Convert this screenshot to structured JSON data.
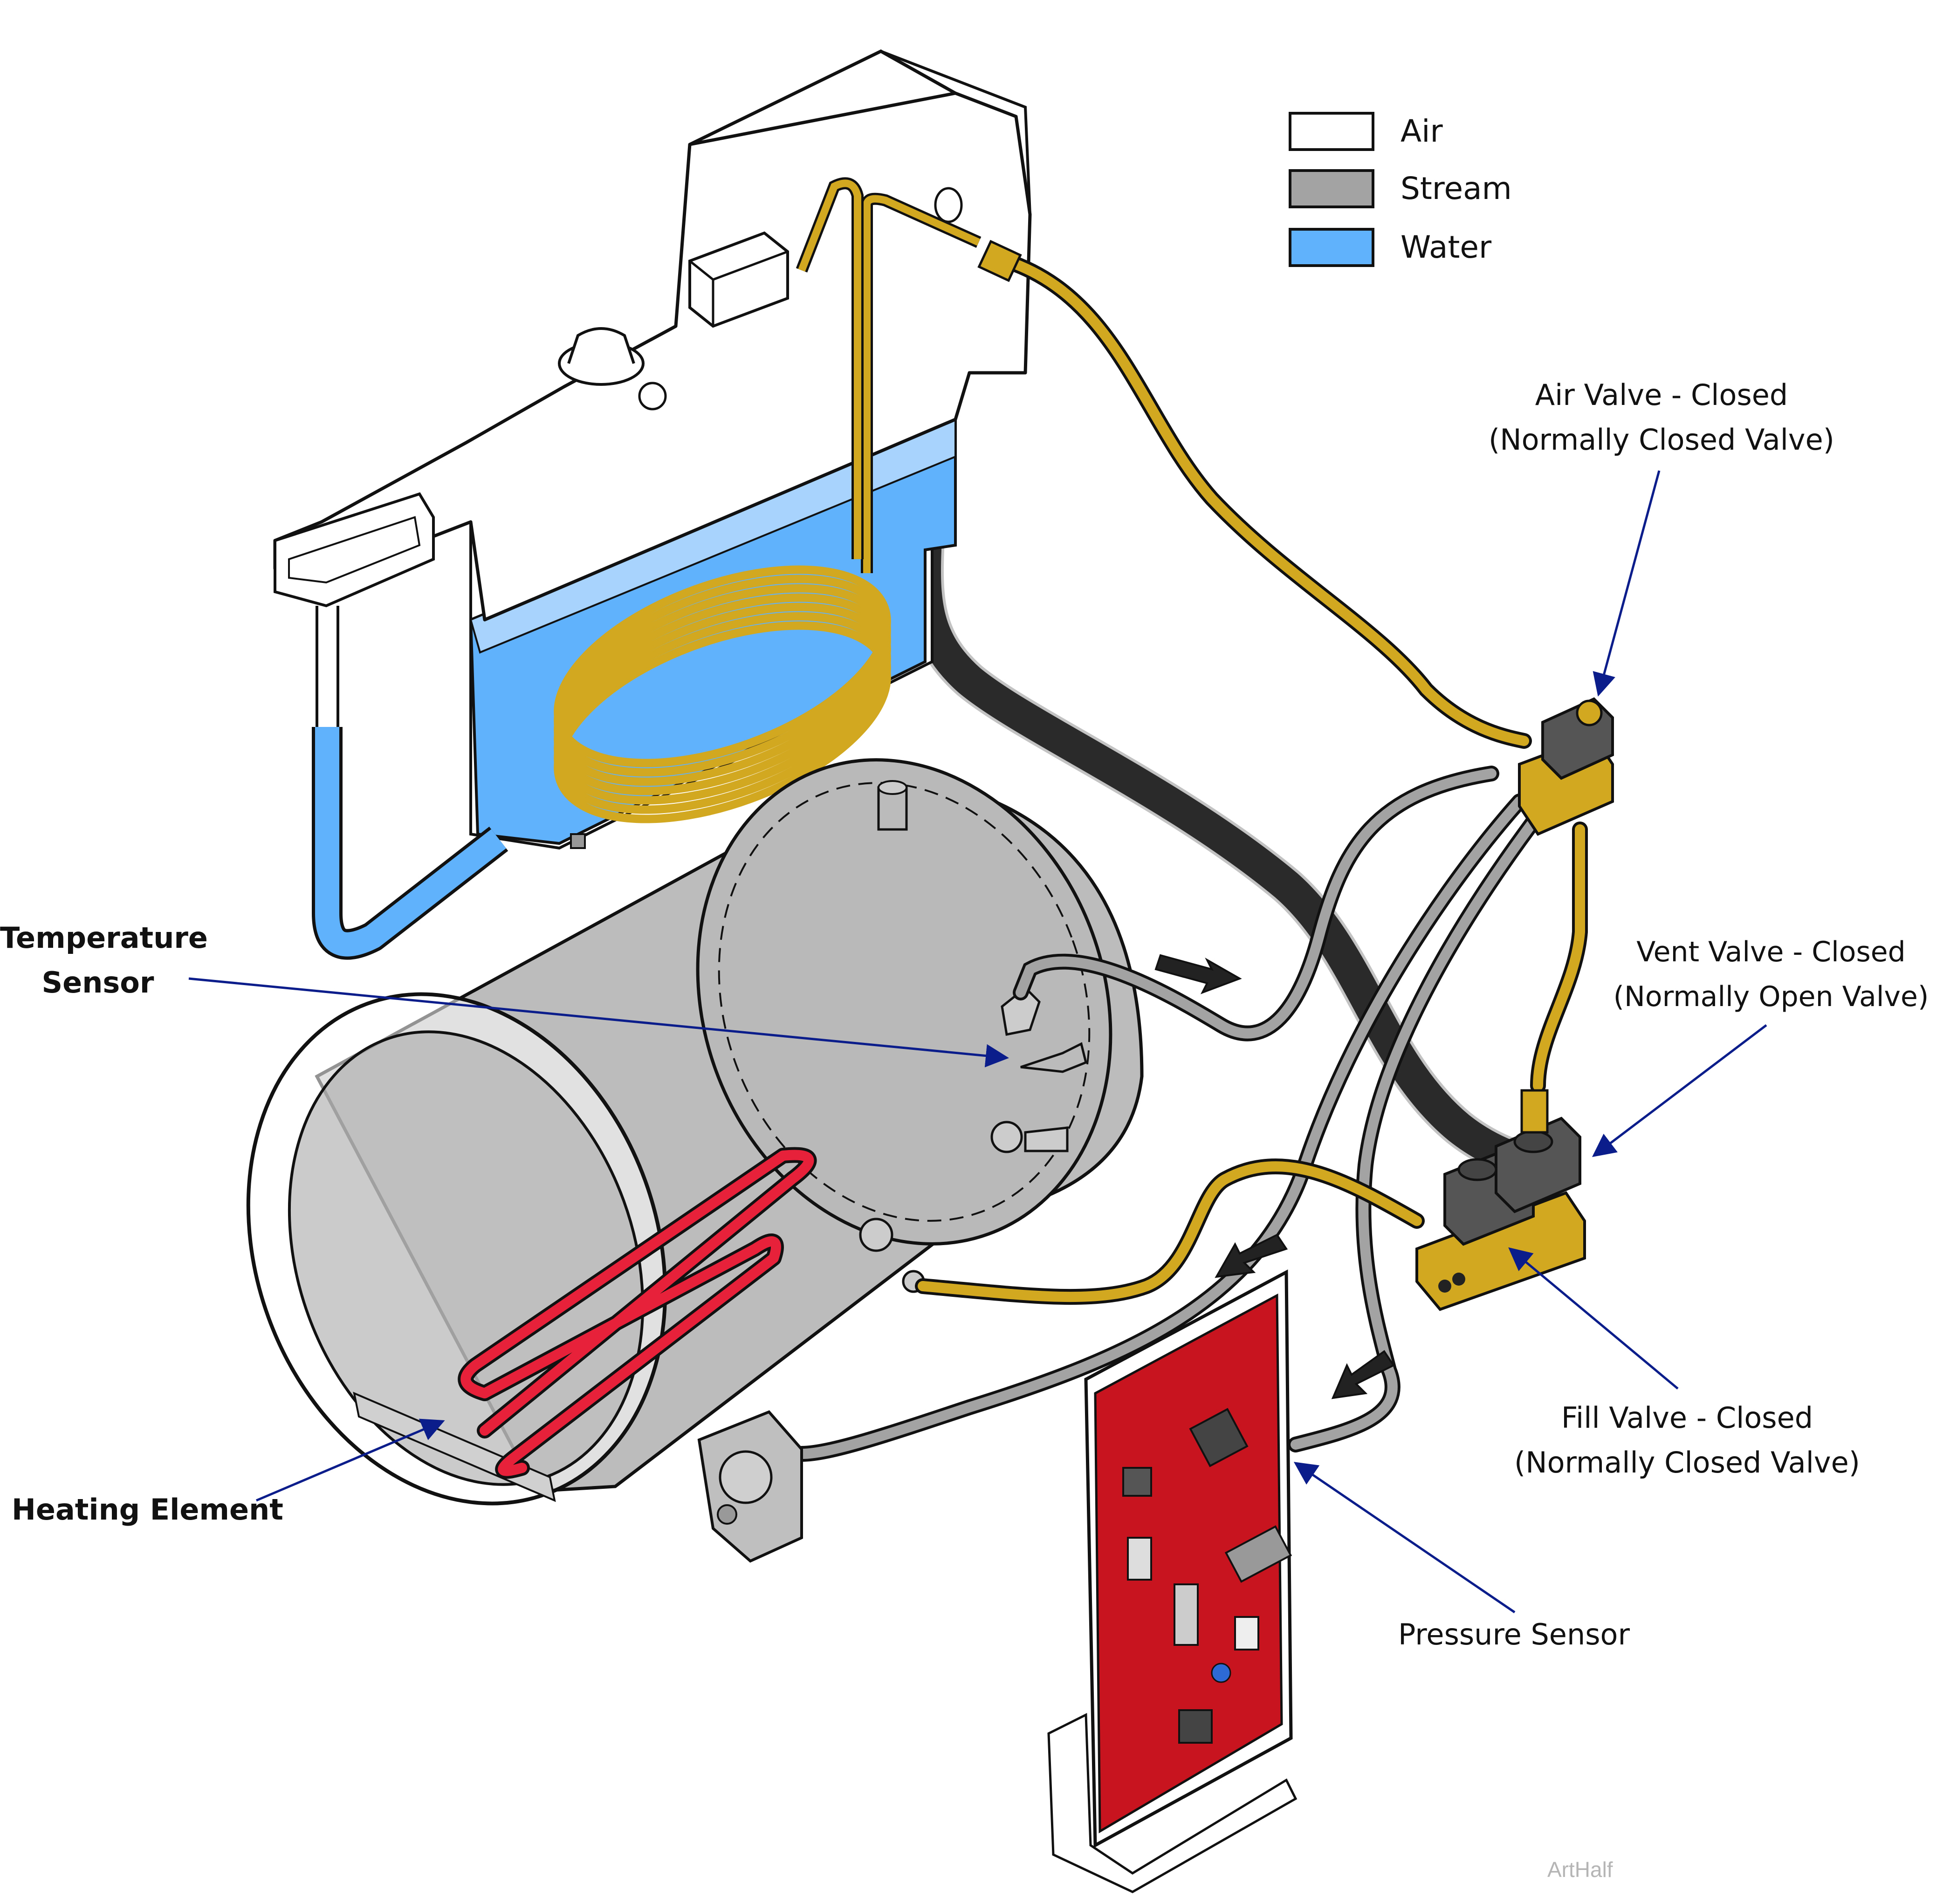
{
  "legend": [
    {
      "label": "Air",
      "color": "#ffffff"
    },
    {
      "label": "Stream",
      "color": "#a3a3a3"
    },
    {
      "label": "Water",
      "color": "#5fb2fb"
    }
  ],
  "labels": {
    "air_valve": {
      "title": "Air Valve - Closed",
      "subtitle": "(Normally Closed Valve)"
    },
    "vent_valve": {
      "title": "Vent Valve - Closed",
      "subtitle": "(Normally Open Valve)"
    },
    "fill_valve": {
      "title": "Fill Valve - Closed",
      "subtitle": "(Normally Closed Valve)"
    },
    "temperature_sensor": {
      "line1": "Temperature",
      "line2": "Sensor"
    },
    "heating_element": "Heating Element",
    "pressure_sensor": "Pressure Sensor"
  },
  "watermark": "ArtHalf",
  "colors": {
    "air": "#ffffff",
    "steam": "#a3a3a3",
    "water": "#5fb2fb",
    "copper_tube": "#d2a821",
    "heating_element": "#e8213a",
    "pcb": "#c8141f",
    "leader": "#0b1d8a"
  }
}
